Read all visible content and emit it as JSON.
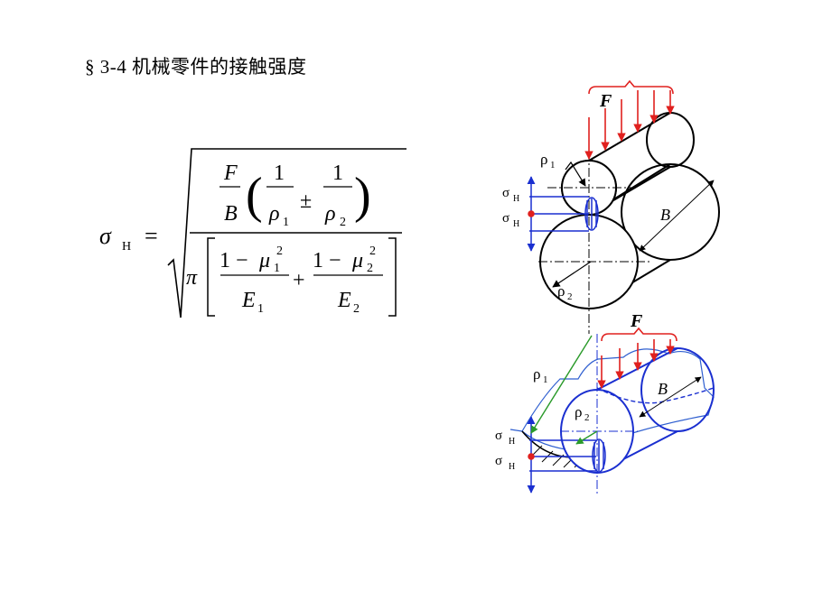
{
  "title": "§ 3-4 机械零件的接触强度",
  "formula": {
    "lhs_symbol": "σ",
    "lhs_sub": "H",
    "equals": "=",
    "F": "F",
    "B": "B",
    "one": "1",
    "rho": "ρ",
    "sub1": "1",
    "sub2": "2",
    "pm": "±",
    "pi": "π",
    "one_minus": "1 −",
    "mu": "μ",
    "sup2": "2",
    "plus": "+",
    "E": "E"
  },
  "figure_top": {
    "F": "F",
    "rho1": "ρ",
    "rho1_sub": "1",
    "rho2": "ρ",
    "rho2_sub": "2",
    "B": "B",
    "sigma_upper": "σ",
    "sigma_upper_sub": "H",
    "sigma_lower": "σ",
    "sigma_lower_sub": "H"
  },
  "figure_bottom": {
    "F": "F",
    "rho1": "ρ",
    "rho1_sub": "1",
    "rho2": "ρ",
    "rho2_sub": "2",
    "B": "B",
    "sigma_upper": "σ",
    "sigma_upper_sub": "H",
    "sigma_lower": "σ",
    "sigma_lower_sub": "H"
  },
  "colors": {
    "load_red": "#e0201e",
    "contact_blue": "#1a2fd0",
    "cylinder_black": "#000000",
    "terrain_blue": "#2f5fd0",
    "rho1_green": "#2a9a2a"
  }
}
